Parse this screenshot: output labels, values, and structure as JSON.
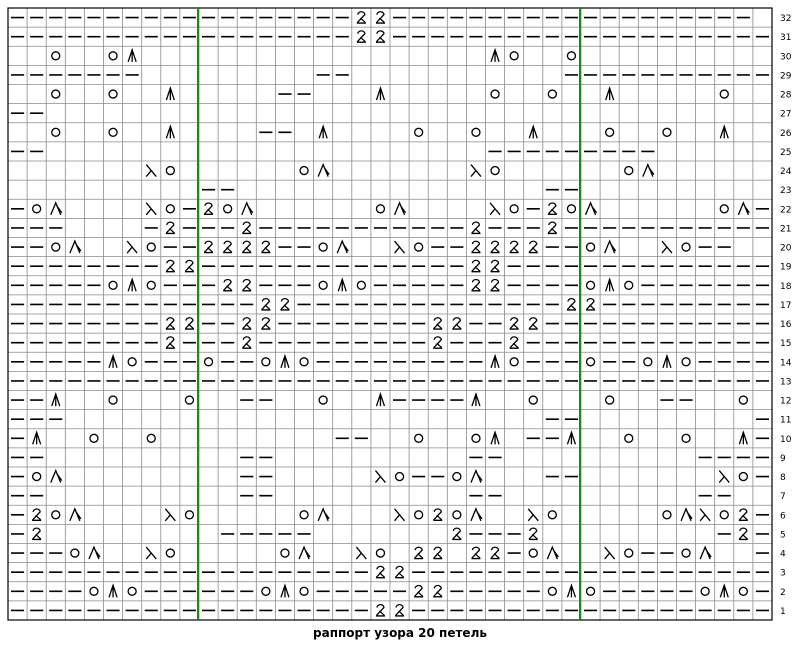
{
  "caption": "раппорт узора 20 петель",
  "chart_data": {
    "type": "table",
    "columns": 40,
    "rows": 32,
    "row_numbers": [
      "1",
      "2",
      "3",
      "4",
      "5",
      "6",
      "7",
      "8",
      "9",
      "10",
      "11",
      "12",
      "13",
      "14",
      "15",
      "16",
      "17",
      "18",
      "19",
      "20",
      "21",
      "22",
      "23",
      "24",
      "25",
      "26",
      "27",
      "28",
      "29",
      "30",
      "31",
      "32"
    ],
    "repeat_stitches": 20,
    "repeat_start_column": 10,
    "symbol_key": {
      "-": "purl-dash",
      "o": "yarn-over",
      "x": "twisted-stitch",
      "/": "right-decrease",
      "\\": "left-decrease",
      "^": "central-double-decrease",
      ".": "empty-cell"
    },
    "grid": [
      "------------------xx------------------- ",
      "------------------xx--------------------",
      "..o..o^..................^o..o..........",
      "-------.........--...........-----------",
      "..o..o..^.....--...^.....o..o..^.....o..",
      "--......................................",
      "..o..o..^....--.^....o..o..^...o..o..^..",
      "--.......................---------......",
      ".......\\o......o/.......\\o......o/......",
      "..........--................--..........",
      "-o/....\\o-xo/......o/....\\o-xo/......o/-",
      "---....-x---x-----------x---x-----------",
      "--o/..\\o--xxxx--o/..\\o--xxxx--o/..\\o--..",
      "--------xx--------------xx--------------",
      "-----o^o---xx---o^o-----xx----o^o-------",
      "-------------xx--------------xx---------",
      "--------xx--xx--------xx--xx------------",
      "--------x---x---------x---x-------------",
      "-----^o---o--o^o---------^o---o--o^o----",
      "----------------------------------------",
      "--^..o...o..--..o..^----^..o...o..--..o.",
      "---.........................--.........-",
      "-^..o..o.........--..o..o^.--^..o..o..^-",
      "--..........--..........--..........----",
      "-o/.........--.....\\o--o/...--.......\\o-",
      "--..........--..........--..........--..",
      "-xo/....\\o.....o/...\\oxo/..\\o.....o/\\ox-",
      "-x.........-----.......x---x.........-x-",
      "---o/..\\o.....o/..\\o.xx.xx-o/..\\o--o/..-",
      "-------------------xx-------------------",
      "----o^o------o^o-----xx-----o^o-----o^o-",
      "-------------------xx-------------------"
    ]
  },
  "colors": {
    "grid_line": "#8a8a8a",
    "border": "#000000",
    "repeat_line": "#1a8a1a",
    "symbol": "#000000",
    "background": "#ffffff"
  }
}
